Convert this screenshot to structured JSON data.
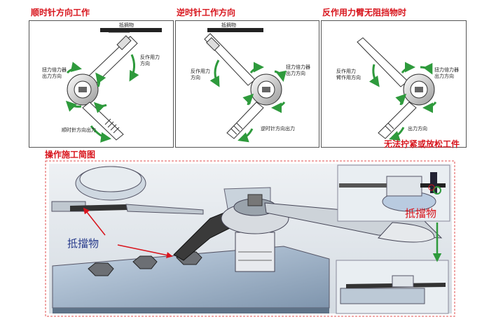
{
  "titles": {
    "clockwise": "顺时针方向工作",
    "counterclockwise": "逆时针工作方向",
    "free_reaction": "反作用力臂无阻挡物时",
    "operation": "操作施工简图"
  },
  "panel1": {
    "stop": "抵摘物",
    "reaction_dir": "反作用力\n方向",
    "output_dir": "扭力倍力器\n出力方向",
    "cw_output": "顺时針方向出力"
  },
  "panel2": {
    "stop": "抵摘物",
    "reaction_dir": "反作用力\n方向",
    "output_dir": "扭力倍力器\n出力方向",
    "ccw_output": "逆时针方向出力"
  },
  "panel3": {
    "reaction_dir": "反作用力\n臂作用方向",
    "output_dir": "扭力倍力器\n出力方向",
    "output": "出力方向",
    "warning": "无法拧紧或放松工件"
  },
  "operation": {
    "stop_left": "抵擋物",
    "stop_right": "抵擋物"
  },
  "colors": {
    "accent_red": "#d8141c",
    "arrow_green": "#2e9a3c",
    "dashed_border": "#e05050",
    "label_blue": "#283b8c"
  }
}
